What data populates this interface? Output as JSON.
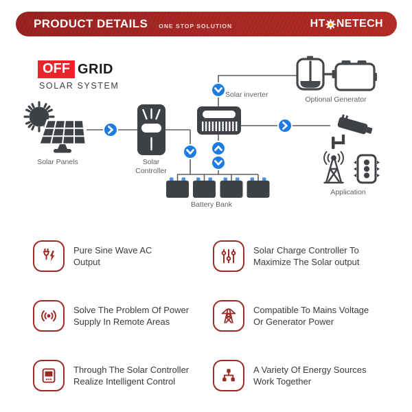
{
  "colors": {
    "banner_red": "#9e2220",
    "accent_red": "#e7262b",
    "feature_red": "#9b2a23",
    "arrow_blue": "#1d7ce2",
    "device_gray": "#3e4247",
    "battery_terminal_blue": "#4a8fe0",
    "brand_gear_yellow": "#f2a81d"
  },
  "header": {
    "title": "PRODUCT DETAILS",
    "subtitle": "ONE STOP SOLUTION",
    "brand_prefix": "HT",
    "brand_suffix": "NETECH"
  },
  "hero": {
    "badge": "OFF",
    "title": "GRID",
    "subtitle": "SOLAR SYSTEM"
  },
  "diagram": {
    "labels": {
      "solar_panels": "Solar Panels",
      "solar_controller": "Solar Controller",
      "solar_inverter": "Solar inverter",
      "optional_generator": "Optional Generator",
      "battery_bank": "Battery Bank",
      "application": "Application"
    }
  },
  "features": [
    {
      "icon": "plug-bolt-icon",
      "line1": "Pure Sine Wave AC",
      "line2": "Output"
    },
    {
      "icon": "sliders-icon",
      "line1": "Solar Charge Controller To",
      "line2": "Maximize The Solar output"
    },
    {
      "icon": "broadcast-icon",
      "line1": "Solve The Problem Of Power",
      "line2": "Supply In Remote Areas"
    },
    {
      "icon": "power-tower-icon",
      "line1": "Compatible To Mains Voltage",
      "line2": "Or Generator Power"
    },
    {
      "icon": "control-panel-icon",
      "line1": "Through The Solar Controller",
      "line2": "Realize Intelligent Control"
    },
    {
      "icon": "network-icon",
      "line1": "A Variety Of Energy Sources",
      "line2": "Work Together"
    }
  ]
}
